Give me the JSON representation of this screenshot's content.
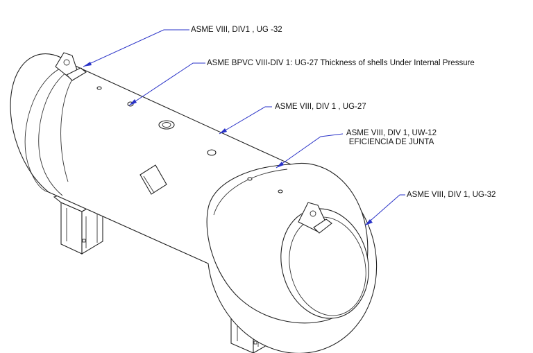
{
  "callouts": [
    {
      "id": "c1",
      "lines": [
        "ASME VIII, DIV1 , UG -32"
      ]
    },
    {
      "id": "c2",
      "lines": [
        "ASME BPVC VIII-DIV 1: UG-27 Thickness of shells Under Internal Pressure"
      ]
    },
    {
      "id": "c3",
      "lines": [
        "ASME VIII, DIV 1 , UG-27"
      ]
    },
    {
      "id": "c4",
      "lines": [
        "ASME VIII, DIV 1, UW-12",
        "EFICIENCIA DE JUNTA"
      ]
    },
    {
      "id": "c5",
      "lines": [
        "ASME VIII, DIV 1, UG-32"
      ]
    }
  ],
  "colors": {
    "leader": "#2a33c8",
    "outline": "#222222",
    "text": "#111111"
  }
}
